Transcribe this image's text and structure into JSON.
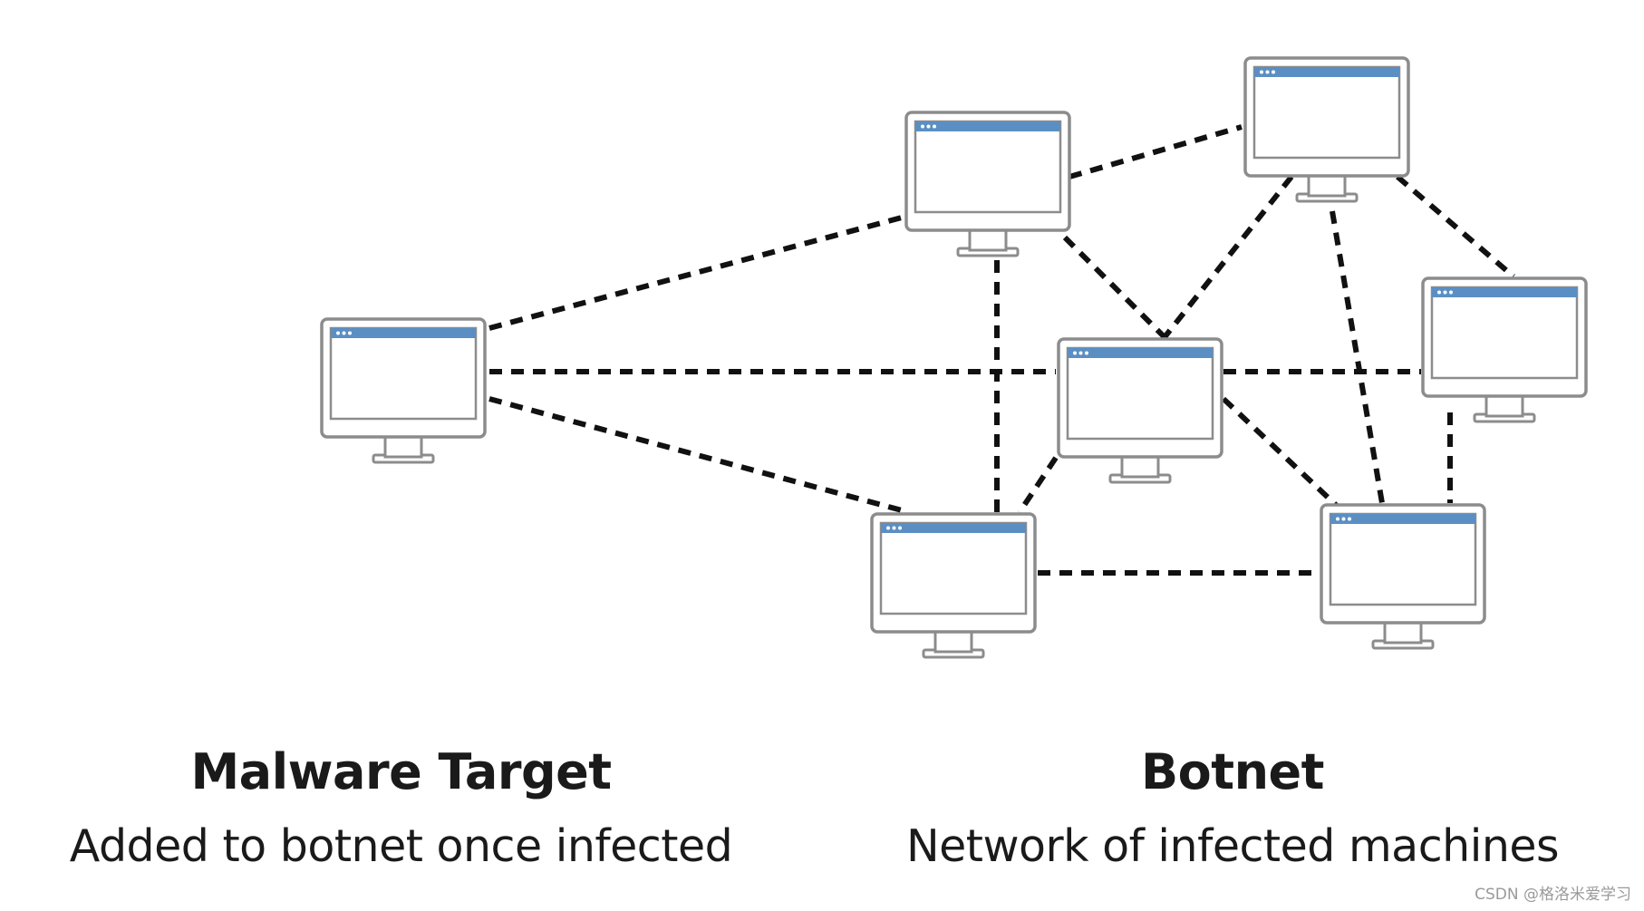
{
  "captions": {
    "left": {
      "title": "Malware Target",
      "subtitle": "Added to botnet once infected"
    },
    "right": {
      "title": "Botnet",
      "subtitle": "Network of infected machines"
    }
  },
  "watermark": "CSDN @格洛米爱学习",
  "colors": {
    "monitor_frame": "#8c8c8c",
    "screen_title_bar": "#5b8fc4",
    "connection_line": "#111111",
    "text": "#1a1a1a",
    "watermark": "#9a9a9a"
  },
  "nodes": [
    {
      "id": "target",
      "role": "malware-target"
    },
    {
      "id": "top-center",
      "role": "botnet-member"
    },
    {
      "id": "top-right",
      "role": "botnet-member"
    },
    {
      "id": "center",
      "role": "botnet-member"
    },
    {
      "id": "far-right",
      "role": "botnet-member"
    },
    {
      "id": "bottom-center",
      "role": "botnet-member"
    },
    {
      "id": "bottom-right",
      "role": "botnet-member"
    }
  ],
  "edges": [
    {
      "from": "target",
      "to": "top-center"
    },
    {
      "from": "target",
      "to": "center"
    },
    {
      "from": "target",
      "to": "bottom-center"
    },
    {
      "from": "top-center",
      "to": "top-right"
    },
    {
      "from": "top-center",
      "to": "center"
    },
    {
      "from": "top-center",
      "to": "bottom-center"
    },
    {
      "from": "top-right",
      "to": "center"
    },
    {
      "from": "top-right",
      "to": "far-right"
    },
    {
      "from": "top-right",
      "to": "bottom-right"
    },
    {
      "from": "center",
      "to": "far-right"
    },
    {
      "from": "center",
      "to": "bottom-center"
    },
    {
      "from": "center",
      "to": "bottom-right"
    },
    {
      "from": "far-right",
      "to": "bottom-right"
    },
    {
      "from": "bottom-center",
      "to": "bottom-right"
    }
  ]
}
